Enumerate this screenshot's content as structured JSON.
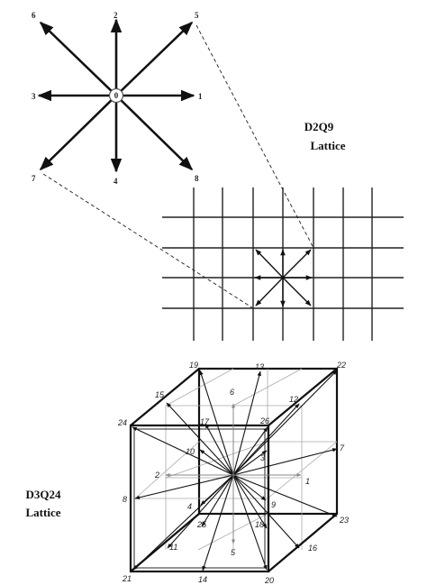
{
  "d2q9": {
    "title": "D2Q9",
    "subtitle": "Lattice",
    "center_label": "0",
    "directions": [
      "1",
      "2",
      "3",
      "4",
      "5",
      "6",
      "7",
      "8"
    ]
  },
  "d3q24": {
    "title": "D3Q24",
    "subtitle": "Lattice",
    "labels": [
      "1",
      "2",
      "3",
      "4",
      "5",
      "6",
      "7",
      "8",
      "9",
      "10",
      "11",
      "12",
      "13",
      "14",
      "15",
      "16",
      "17",
      "18",
      "19",
      "20",
      "21",
      "22",
      "23",
      "24",
      "25",
      "26"
    ]
  },
  "colors": {
    "line": "#111111",
    "grid": "#222222",
    "light": "#999999"
  }
}
